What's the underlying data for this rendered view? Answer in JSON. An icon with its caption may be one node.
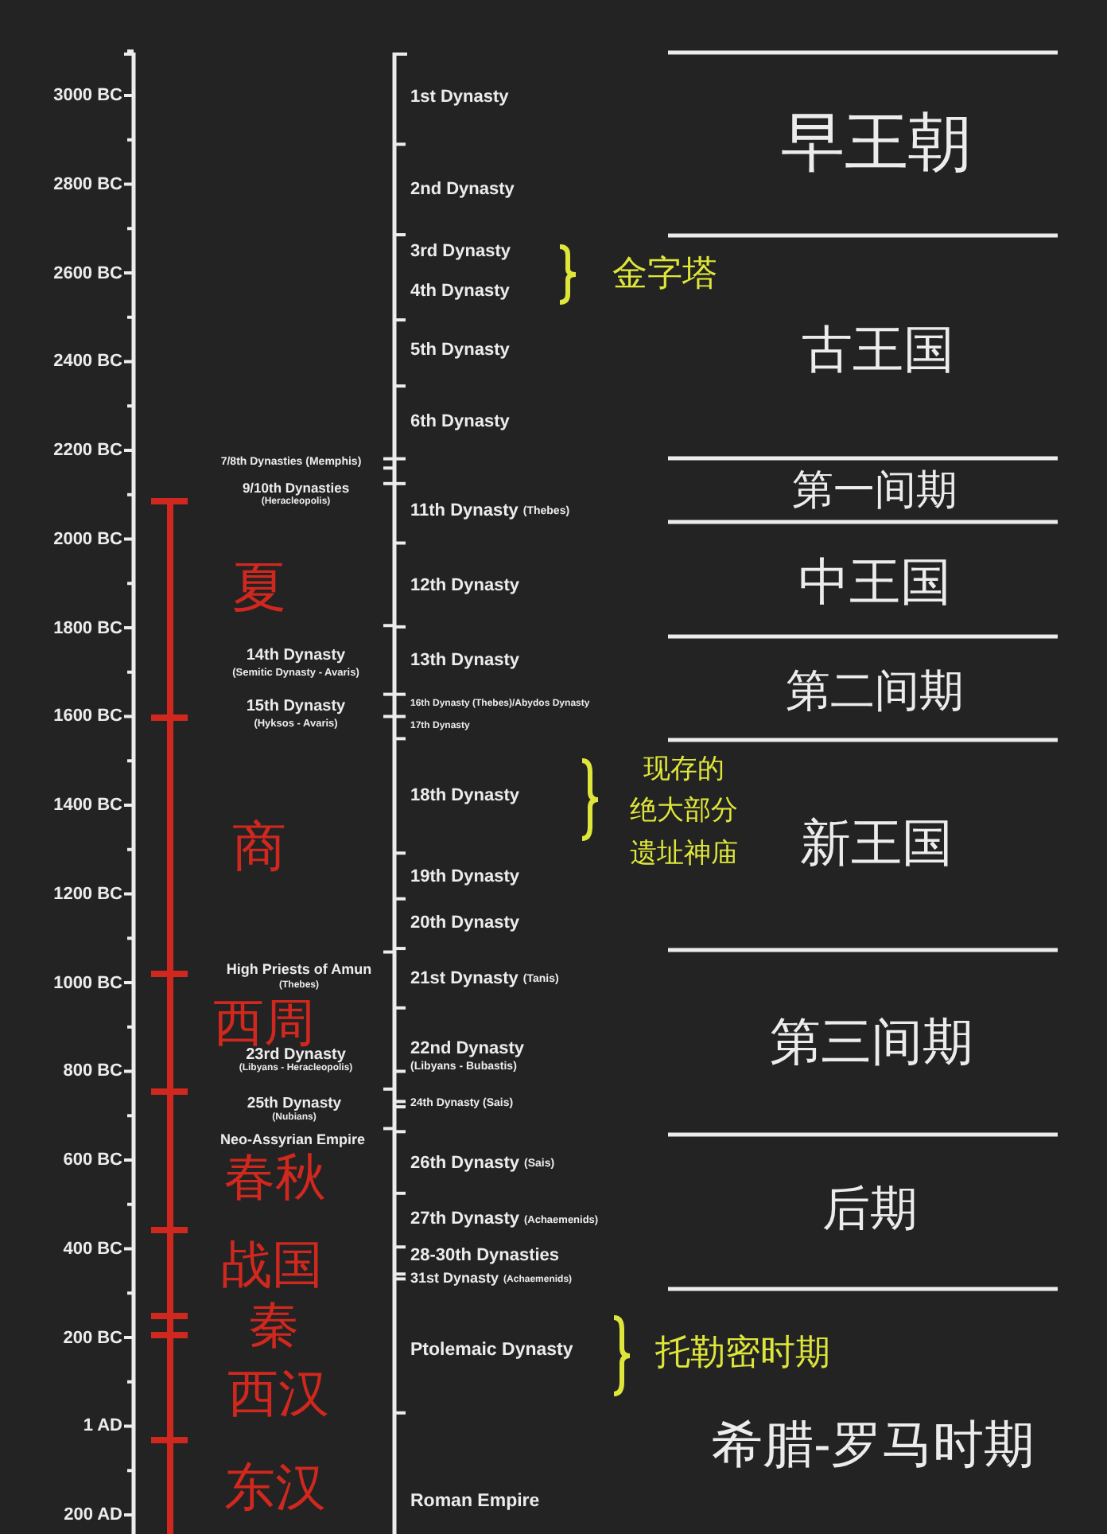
{
  "diagram": {
    "labels": [
      "3000 BC",
      "2800 BC",
      "2600 BC",
      "2400 BC",
      "2200 BC",
      "2000 BC",
      "1800 BC",
      "1600 BC",
      "1400 BC",
      "1200 BC",
      "1000 BC",
      "800 BC",
      "600 BC",
      "400 BC",
      "200 BC",
      "1 AD",
      "200 AD",
      "7/8th Dynasties (Memphis)",
      "9/10th Dynasties",
      "(Heracleopolis)",
      "14th Dynasty",
      "(Semitic Dynasty - Avaris)",
      "15th Dynasty",
      "(Hyksos - Avaris)",
      "High Priests of Amun",
      "(Thebes)",
      "23rd Dynasty",
      "(Libyans - Heracleopolis)",
      "25th Dynasty",
      "(Nubians)",
      "Neo-Assyrian Empire",
      "夏",
      "商",
      "西周",
      "春秋",
      "战国",
      "秦",
      "西汉",
      "东汉",
      "1st Dynasty",
      "2nd Dynasty",
      "3rd Dynasty",
      "4th Dynasty",
      "5th Dynasty",
      "6th Dynasty",
      "11th Dynasty",
      "(Thebes)",
      "12th Dynasty",
      "13th Dynasty",
      "16th Dynasty (Thebes)/Abydos Dynasty",
      "17th Dynasty",
      "18th Dynasty",
      "19th Dynasty",
      "20th Dynasty",
      "21st Dynasty",
      "(Tanis)",
      "22nd Dynasty",
      "(Libyans - Bubastis)",
      "24th Dynasty (Sais)",
      "26th Dynasty",
      "(Sais)",
      "27th Dynasty",
      "(Achaemenids)",
      "28-30th Dynasties",
      "31st Dynasty",
      "(Achaemenids)",
      "Ptolemaic Dynasty",
      "Roman Empire",
      "金字塔",
      "现存的绝大部分遗址神庙",
      "托勒密时期",
      "早王朝",
      "古王国",
      "第一间期",
      "中王国",
      "第二间期",
      "新王国",
      "第三间期",
      "后期",
      "希腊-罗马时期"
    ]
  }
}
